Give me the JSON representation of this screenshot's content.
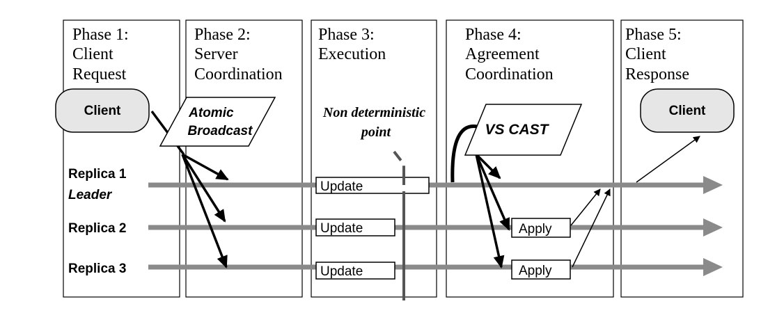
{
  "phases": [
    {
      "lines": [
        "Phase 1:",
        "Client",
        "Request"
      ]
    },
    {
      "lines": [
        "Phase 2:",
        "Server",
        "Coordination"
      ]
    },
    {
      "lines": [
        "Phase 3:",
        "Execution"
      ]
    },
    {
      "lines": [
        "Phase 4:",
        "Agreement",
        "Coordination"
      ]
    },
    {
      "lines": [
        "Phase 5:",
        "Client",
        "Response"
      ]
    }
  ],
  "client_request_label": "Client",
  "client_response_label": "Client",
  "atomic_broadcast": [
    "Atomic",
    "Broadcast"
  ],
  "non_deterministic": [
    "Non deterministic",
    "point"
  ],
  "vs_cast_label": "VS CAST",
  "replicas": [
    {
      "name": "Replica 1",
      "role": "Leader"
    },
    {
      "name": "Replica 2",
      "role": ""
    },
    {
      "name": "Replica 3",
      "role": ""
    }
  ],
  "update_labels": [
    "Update",
    "Update",
    "Update"
  ],
  "apply_labels": [
    "Apply",
    "Apply"
  ],
  "colors": {
    "timeline": "#8a8a8a",
    "client_fill": "#e6e6e6",
    "stroke": "#000000"
  }
}
